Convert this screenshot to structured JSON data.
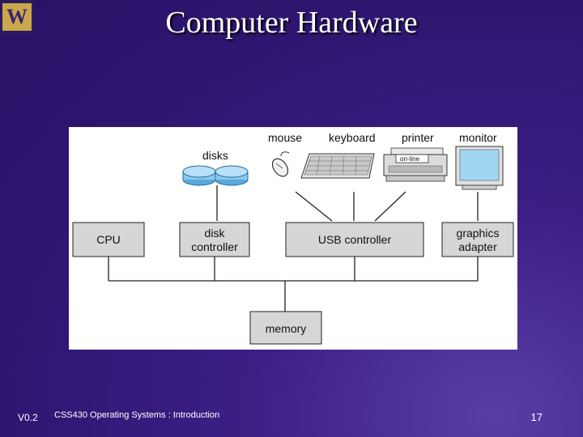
{
  "slide": {
    "title": "Computer Hardware",
    "logo_letter": "W",
    "version": "V0.2",
    "course": "CSS430 Operating Systems : Introduction",
    "page_number": "17"
  },
  "diagram": {
    "devices": {
      "disks": "disks",
      "mouse": "mouse",
      "keyboard": "keyboard",
      "printer": "printer",
      "printer_panel": "on-line",
      "monitor": "monitor"
    },
    "components": {
      "cpu": "CPU",
      "disk_controller_line1": "disk",
      "disk_controller_line2": "controller",
      "usb_controller": "USB controller",
      "graphics_adapter_line1": "graphics",
      "graphics_adapter_line2": "adapter",
      "memory": "memory"
    },
    "colors": {
      "box_fill": "#d6d6d6",
      "disk_fill": "#8cc8ec",
      "line": "#222222"
    }
  }
}
